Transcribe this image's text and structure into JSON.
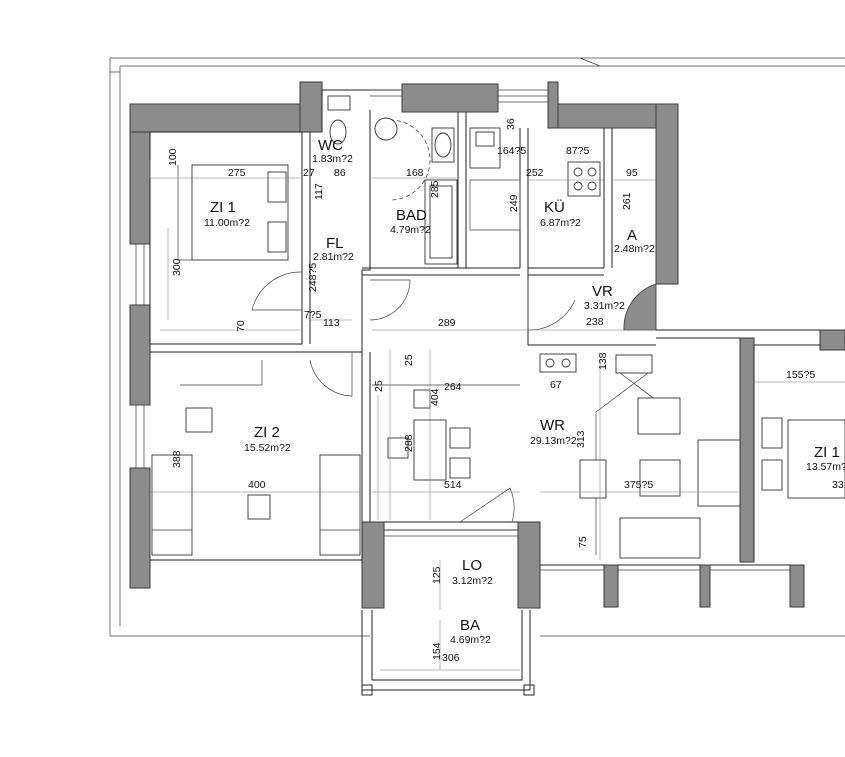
{
  "rooms": {
    "wc": {
      "name": "WC",
      "area": "1.83m?2"
    },
    "zi1": {
      "name": "ZI 1",
      "area": "11.00m?2"
    },
    "bad": {
      "name": "BAD",
      "area": "4.79m?2"
    },
    "ku": {
      "name": "KÜ",
      "area": "6.87m?2"
    },
    "a": {
      "name": "A",
      "area": "2.48m?2"
    },
    "fl": {
      "name": "FL",
      "area": "2.81m?2"
    },
    "vr": {
      "name": "VR",
      "area": "3.31m?2"
    },
    "zi2": {
      "name": "ZI 2",
      "area": "15.52m?2"
    },
    "wr": {
      "name": "WR",
      "area": "29.13m?2"
    },
    "lo": {
      "name": "LO",
      "area": "3.12m?2"
    },
    "ba": {
      "name": "BA",
      "area": "4.69m?2"
    },
    "zi1b": {
      "name": "ZI 1",
      "area": "13.57m?"
    }
  },
  "dimensions": {
    "d100": "100",
    "d275": "275",
    "d27": "27",
    "d86": "86",
    "d117": "117",
    "d168": "168",
    "d285": "285",
    "d36": "36",
    "d1645": "164?5",
    "d875": "87?5",
    "d252": "252",
    "d95": "95",
    "d249": "249",
    "d261": "261",
    "d300": "300",
    "d2485": "248?5",
    "d725": "7?5",
    "d113": "113",
    "d289": "289",
    "d70": "70",
    "d238": "238",
    "d25a": "25",
    "d25b": "25",
    "d404": "404",
    "d264": "264",
    "d138": "138",
    "d67": "67",
    "d1555": "155?5",
    "d388": "388",
    "d288": "288",
    "d313": "313",
    "d400": "400",
    "d514": "514",
    "d3755": "375?5",
    "d75": "75",
    "d33": "33",
    "d125": "125",
    "d154": "154",
    "d306": "306"
  }
}
